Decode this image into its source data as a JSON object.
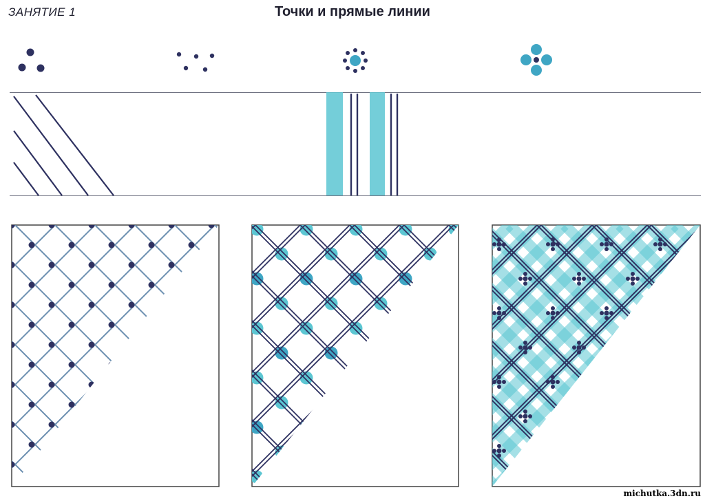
{
  "header": {
    "lesson_label": "ЗАНЯТИЕ 1",
    "title": "Точки и прямые линии"
  },
  "colors": {
    "ink": "#2e3160",
    "line_blue": "#6b8fb0",
    "fill_light": "#5cc6d2",
    "fill_mid": "#3fa6c4",
    "rule": "#6d7080"
  },
  "examples": {
    "dots": [
      "three-dots",
      "scattered-dots",
      "dot-flower",
      "four-petal-flower"
    ],
    "lines": [
      "diagonal-lines",
      "vertical-stripes"
    ]
  },
  "panels": [
    {
      "pattern": "diamond-grid-with-dots"
    },
    {
      "pattern": "double-line-lattice-with-circles"
    },
    {
      "pattern": "plaid-with-flowers"
    }
  ],
  "watermark": "michutka.3dn.ru"
}
